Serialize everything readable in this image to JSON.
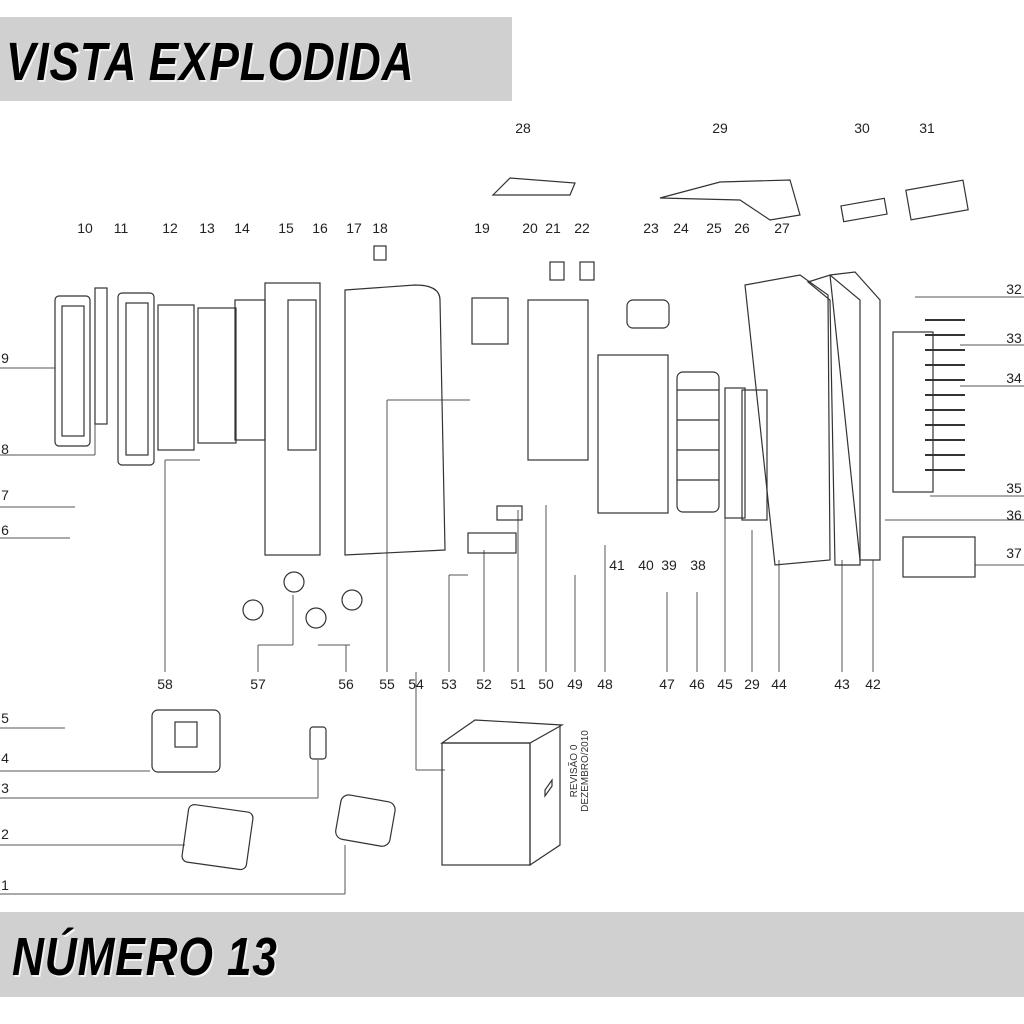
{
  "header": {
    "title": "VISTA EXPLODIDA"
  },
  "footer": {
    "title": "NÚMERO 13"
  },
  "diagram": {
    "part_labels": [
      "28",
      "29",
      "30",
      "31",
      "10",
      "11",
      "12",
      "13",
      "14",
      "15",
      "16",
      "17",
      "18",
      "19",
      "20",
      "21",
      "22",
      "23",
      "24",
      "25",
      "26",
      "27",
      "32",
      "33",
      "34",
      "35",
      "36",
      "37",
      "9",
      "8",
      "7",
      "6",
      "5",
      "4",
      "3",
      "2",
      "1",
      "58",
      "57",
      "56",
      "55",
      "54",
      "53",
      "52",
      "51",
      "50",
      "49",
      "48",
      "47",
      "46",
      "45",
      "29",
      "44",
      "43",
      "42",
      "41",
      "40",
      "39",
      "38"
    ],
    "revision_line1": "REVISÃO 0",
    "revision_line2": "DEZEMBRO/2010"
  }
}
